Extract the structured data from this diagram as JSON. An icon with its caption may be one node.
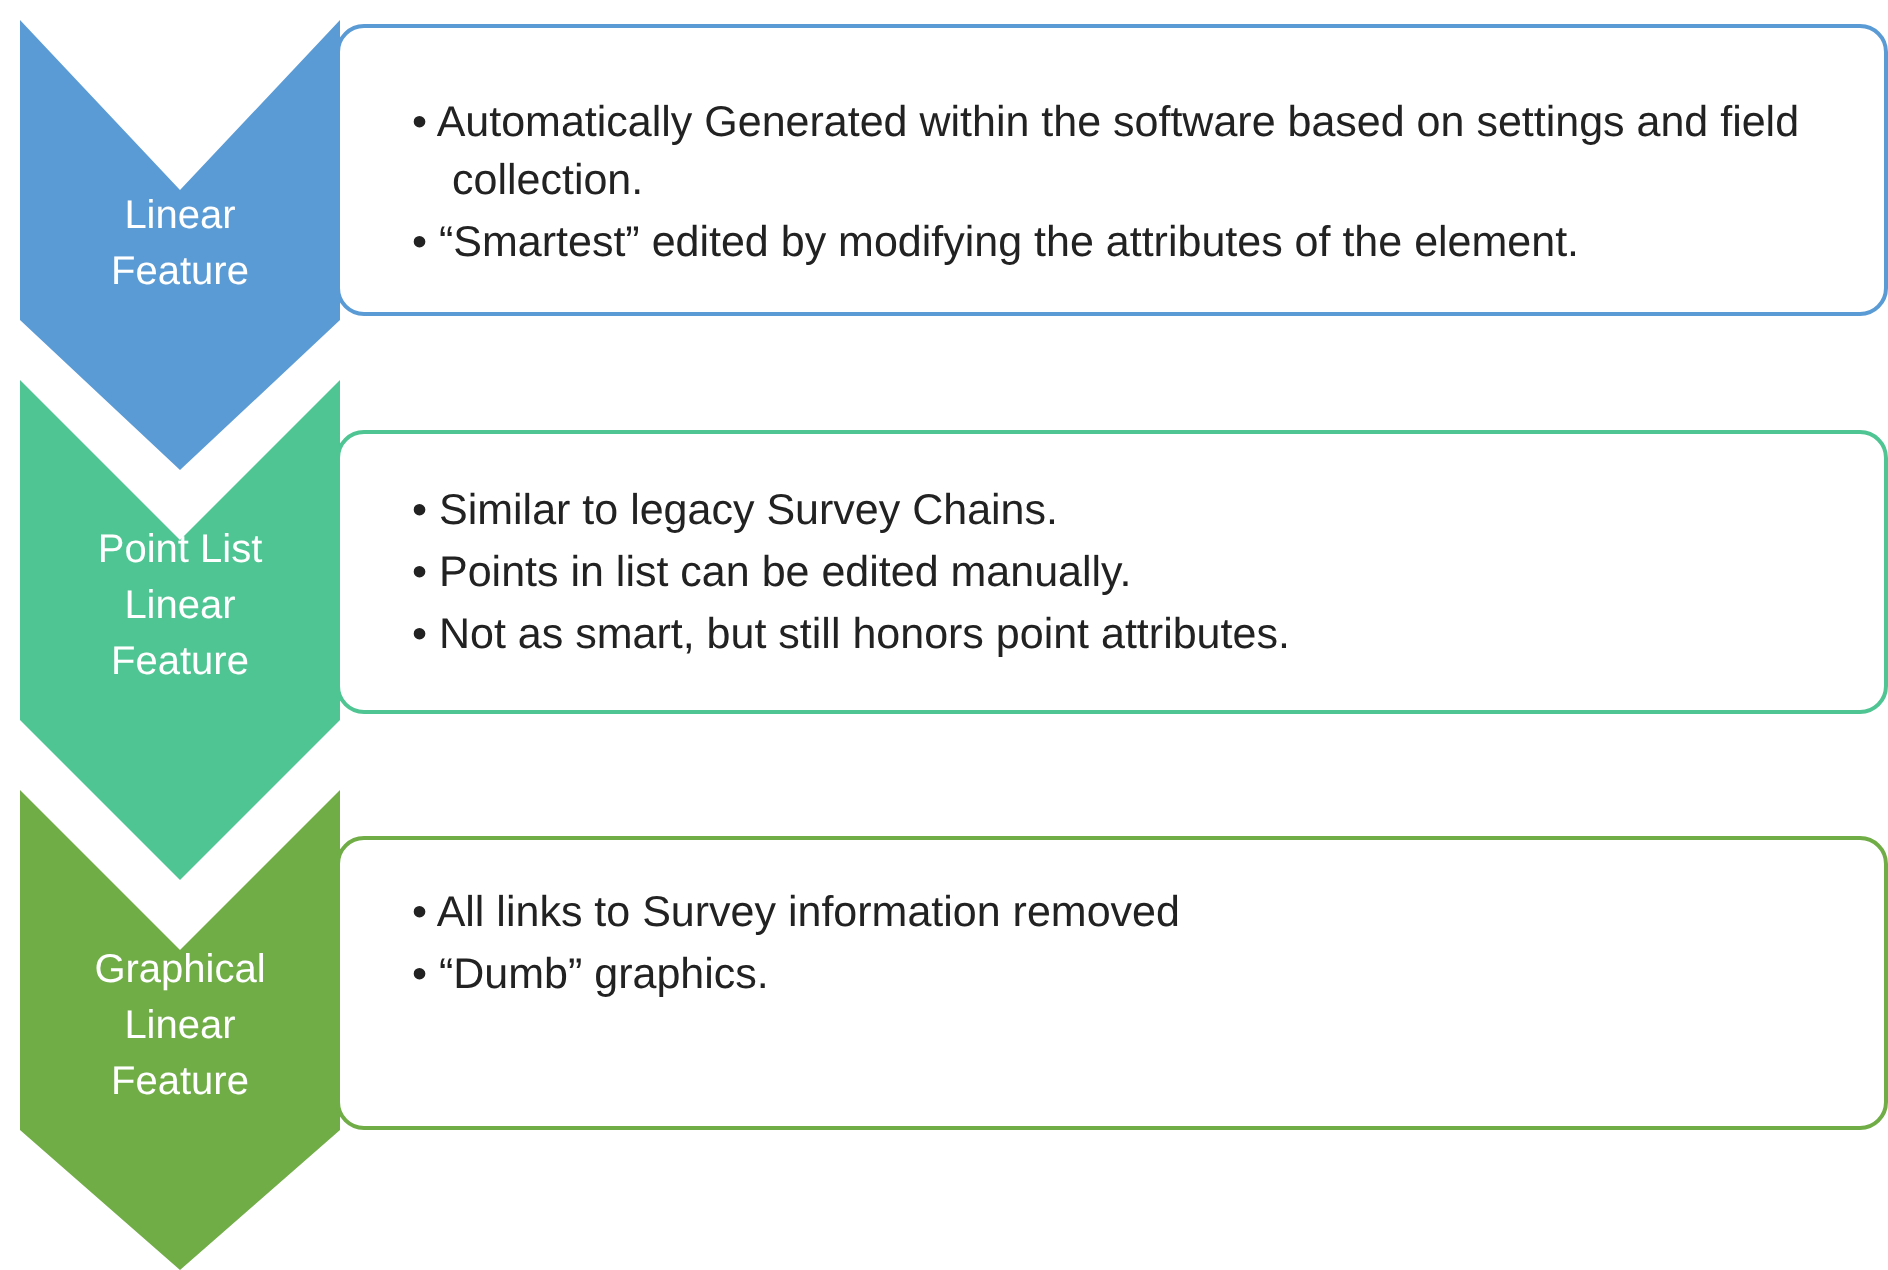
{
  "diagram": {
    "nodes": [
      {
        "text": [
          "Linear Feature"
        ]
      },
      {
        "text": [
          "• Automatically Generated within the software based on settings and field collection.",
          "• “Smartest” edited by modifying the attributes of the element."
        ]
      },
      {
        "text": [
          "Point List Linear Feature"
        ]
      },
      {
        "text": [
          "• Similar to legacy Survey Chains.",
          "• Points in list can be edited manually.",
          "• Not as smart, but still honors point attributes."
        ]
      },
      {
        "text": [
          "Graphical Linear Feature"
        ]
      },
      {
        "text": [
          "• All links to Survey information removed",
          "• “Dumb” graphics."
        ]
      }
    ]
  }
}
